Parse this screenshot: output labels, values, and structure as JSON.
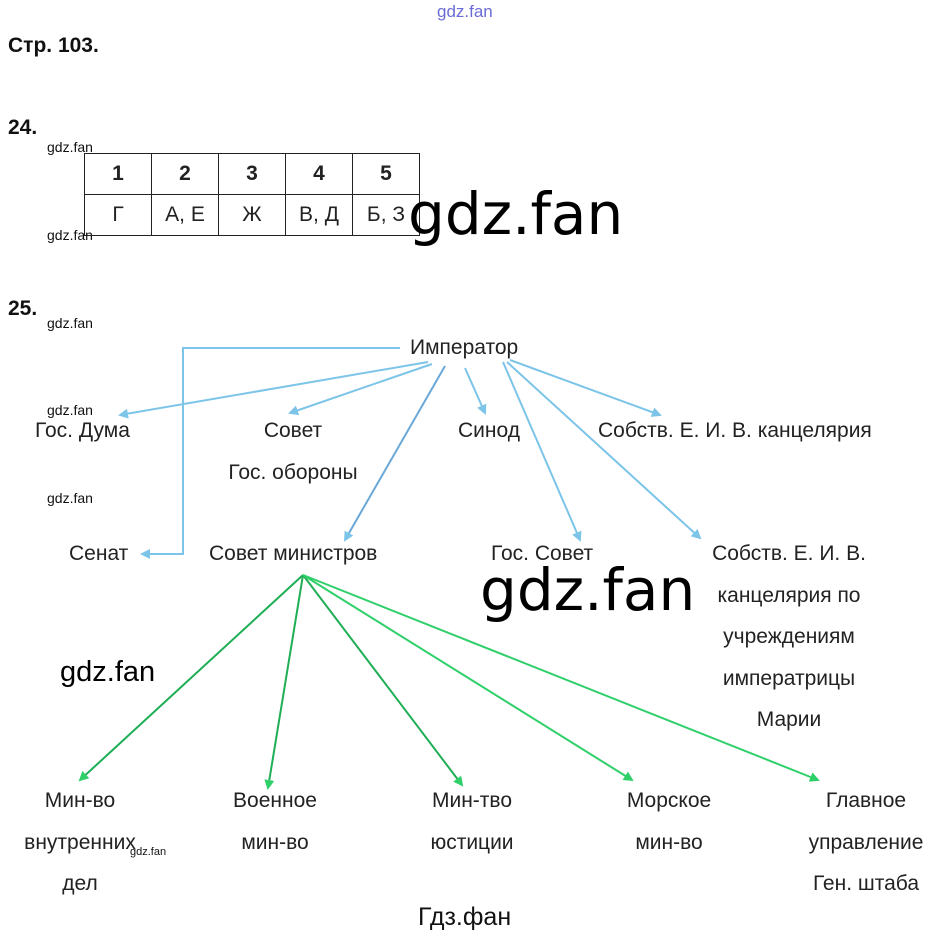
{
  "watermarks": {
    "top": "gdz.fan",
    "small": "gdz.fan",
    "big": "gdz.fan",
    "medium": "gdz.fan",
    "footer": "Гдз.фан"
  },
  "page_label": "Стр. 103.",
  "task24": {
    "number": "24.",
    "headers": [
      "1",
      "2",
      "3",
      "4",
      "5"
    ],
    "answers": [
      "Г",
      "А, Е",
      "Ж",
      "В, Д",
      "Б, З"
    ]
  },
  "task25": {
    "number": "25.",
    "root": "Император",
    "level1": {
      "duma": "Гос. Дума",
      "sovet_oborony": [
        "Совет",
        "Гос. обороны"
      ],
      "sinod": "Синод",
      "kants": "Собств. Е. И. В. канцелярия",
      "senat": "Сенат",
      "sovmin": "Совет министров",
      "gossovet": "Гос. Совет",
      "kants_maria": [
        "Собств. Е. И. В.",
        "канцелярия по",
        "учреждениям",
        "императрицы",
        "Марии"
      ]
    },
    "ministries": [
      [
        "Мин-во",
        "внутренних",
        "дел"
      ],
      [
        "Военное",
        "мин-во"
      ],
      [
        "Мин-тво",
        "юстиции"
      ],
      [
        "Морское",
        "мин-во"
      ],
      [
        "Главное",
        "управление",
        "Ген. штаба"
      ]
    ]
  },
  "colors": {
    "blue_arrow": "#7cc4e8",
    "green_arrow": "#2fd06a"
  }
}
